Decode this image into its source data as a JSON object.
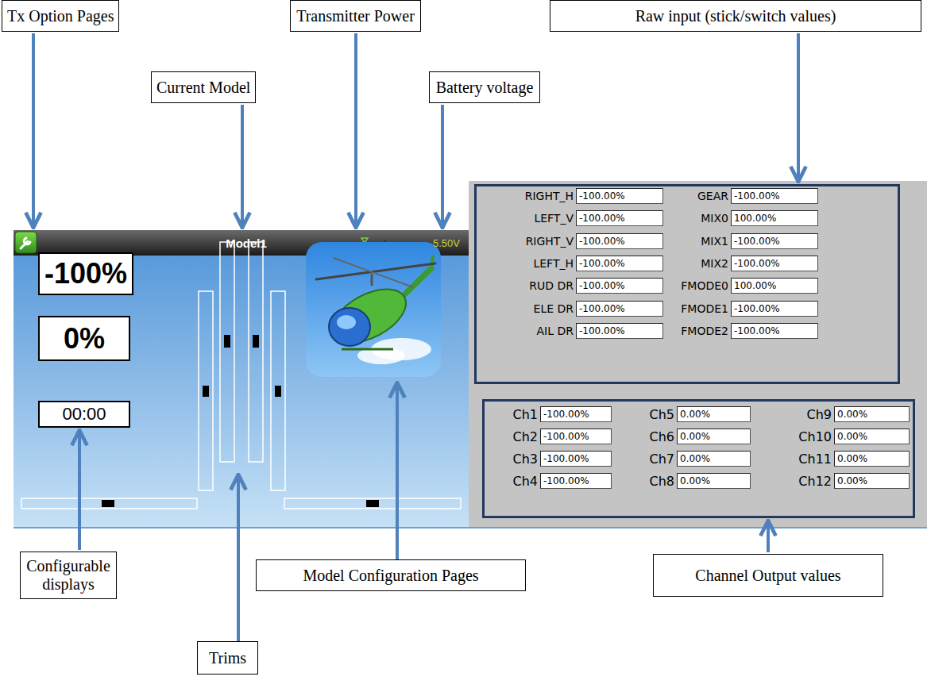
{
  "diagram": {
    "nodes": [
      {
        "text": [
          "Tx Option Pages"
        ]
      },
      {
        "text": [
          "Current Model"
        ]
      },
      {
        "text": [
          "Transmitter Power"
        ]
      },
      {
        "text": [
          "Battery voltage"
        ]
      },
      {
        "text": [
          "Raw input (stick/switch values)"
        ]
      },
      {
        "text": [
          "Model1",
          "5.50V"
        ]
      },
      {
        "text": [
          "-100%"
        ]
      },
      {
        "text": [
          "0%"
        ]
      },
      {
        "text": [
          "00:00"
        ]
      },
      {
        "text": []
      },
      {
        "text": [
          "RIGHT_H",
          "-100.00%"
        ],
        "in": 9
      },
      {
        "text": [
          "GEAR",
          "-100.00%"
        ],
        "in": 9
      },
      {
        "text": [
          "LEFT_V",
          "-100.00%"
        ],
        "in": 9
      },
      {
        "text": [
          "MIX0",
          "100.00%"
        ],
        "in": 9
      },
      {
        "text": [
          "RIGHT_V",
          "-100.00%"
        ],
        "in": 9
      },
      {
        "text": [
          "MIX1",
          "-100.00%"
        ],
        "in": 9
      },
      {
        "text": [
          "LEFT_H",
          "-100.00%"
        ],
        "in": 9
      },
      {
        "text": [
          "MIX2",
          "-100.00%"
        ],
        "in": 9
      },
      {
        "text": [
          "RUD DR",
          "-100.00%"
        ],
        "in": 9
      },
      {
        "text": [
          "FMODE0",
          "100.00%"
        ],
        "in": 9
      },
      {
        "text": [
          "ELE DR",
          "-100.00%"
        ],
        "in": 9
      },
      {
        "text": [
          "FMODE1",
          "-100.00%"
        ],
        "in": 9
      },
      {
        "text": [
          "AIL DR",
          "-100.00%"
        ],
        "in": 9
      },
      {
        "text": [
          "FMODE2",
          "-100.00%"
        ],
        "in": 9
      },
      {
        "text": []
      },
      {
        "text": [
          "Ch1",
          "-100.00%"
        ],
        "in": 24
      },
      {
        "text": [
          "Ch5",
          "0.00%"
        ],
        "in": 24
      },
      {
        "text": [
          "Ch9",
          "0.00%"
        ],
        "in": 24
      },
      {
        "text": [
          "Ch2",
          "-100.00%"
        ],
        "in": 24
      },
      {
        "text": [
          "Ch6",
          "0.00%"
        ],
        "in": 24
      },
      {
        "text": [
          "Ch10",
          "0.00%"
        ],
        "in": 24
      },
      {
        "text": [
          "Ch3",
          "-100.00%"
        ],
        "in": 24
      },
      {
        "text": [
          "Ch7",
          "0.00%"
        ],
        "in": 24
      },
      {
        "text": [
          "Ch11",
          "0.00%"
        ],
        "in": 24
      },
      {
        "text": [
          "Ch4",
          "-100.00%"
        ],
        "in": 24
      },
      {
        "text": [
          "Ch8",
          "0.00%"
        ],
        "in": 24
      },
      {
        "text": [
          "Ch12",
          "0.00%"
        ],
        "in": 24
      },
      {
        "text": [
          "Configurable displays"
        ]
      },
      {
        "text": [
          "Trims"
        ]
      },
      {
        "text": [
          "Model Configuration Pages"
        ]
      },
      {
        "text": [
          "Channel Output values"
        ]
      }
    ],
    "edges": [
      {
        "from": 0,
        "to": 5,
        "arrow": "to"
      },
      {
        "from": 1,
        "to": 5,
        "arrow": "to"
      },
      {
        "from": 2,
        "to": 5,
        "arrow": "to"
      },
      {
        "from": 3,
        "to": 5,
        "arrow": "to"
      },
      {
        "from": 4,
        "to": 9,
        "arrow": "to"
      },
      {
        "from": 37,
        "to": 8,
        "arrow": "to"
      },
      {
        "from": 40,
        "to": 24,
        "arrow": "to"
      }
    ]
  }
}
